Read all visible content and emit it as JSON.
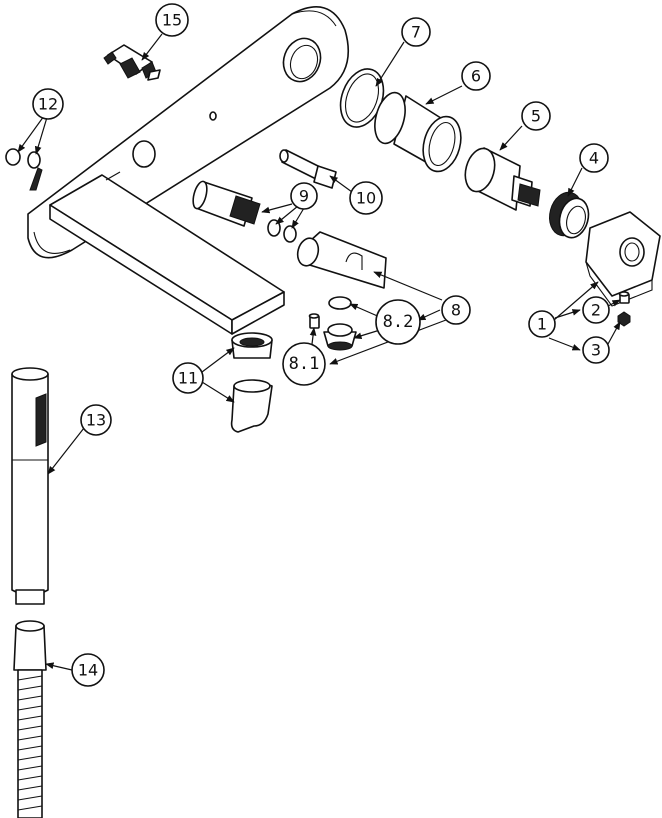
{
  "callouts": {
    "c1": "1",
    "c2": "2",
    "c3": "3",
    "c4": "4",
    "c5": "5",
    "c6": "6",
    "c7": "7",
    "c8": "8",
    "c8_1": "8.1",
    "c8_2": "8.2",
    "c9": "9",
    "c10": "10",
    "c11": "11",
    "c12": "12",
    "c13": "13",
    "c14": "14",
    "c15": "15"
  },
  "colors": {
    "line": "#111111",
    "background": "#ffffff"
  }
}
